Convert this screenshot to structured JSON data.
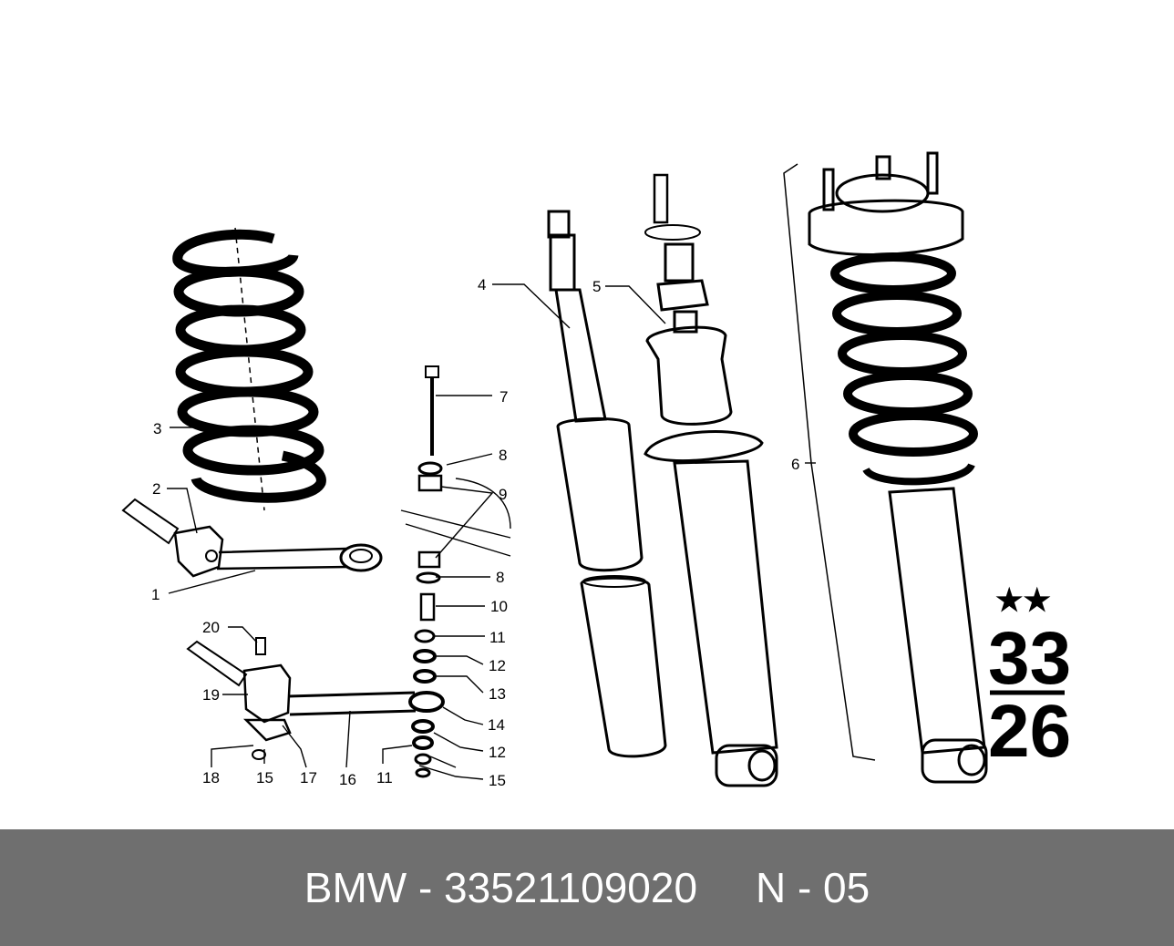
{
  "diagram": {
    "callouts": [
      {
        "id": "1",
        "text": "1"
      },
      {
        "id": "2",
        "text": "2"
      },
      {
        "id": "3",
        "text": "3"
      },
      {
        "id": "4",
        "text": "4"
      },
      {
        "id": "5",
        "text": "5"
      },
      {
        "id": "6",
        "text": "6"
      },
      {
        "id": "7",
        "text": "7"
      },
      {
        "id": "8a",
        "text": "8"
      },
      {
        "id": "9",
        "text": "9"
      },
      {
        "id": "8b",
        "text": "8"
      },
      {
        "id": "10",
        "text": "10"
      },
      {
        "id": "11a",
        "text": "11"
      },
      {
        "id": "12a",
        "text": "12"
      },
      {
        "id": "13",
        "text": "13"
      },
      {
        "id": "14",
        "text": "14"
      },
      {
        "id": "12b",
        "text": "12"
      },
      {
        "id": "15b",
        "text": "15"
      },
      {
        "id": "20",
        "text": "20"
      },
      {
        "id": "19",
        "text": "19"
      },
      {
        "id": "18",
        "text": "18"
      },
      {
        "id": "15a",
        "text": "15"
      },
      {
        "id": "17",
        "text": "17"
      },
      {
        "id": "16",
        "text": "16"
      },
      {
        "id": "11b",
        "text": "11"
      }
    ],
    "group_mark": {
      "stars": "★★",
      "top": "33",
      "bottom": "26"
    }
  },
  "footer": {
    "text": "BMW - 33521109020     N - 05"
  },
  "colors": {
    "footer_bg": "#6f6f6f",
    "footer_text": "#ffffff",
    "ink": "#000000"
  }
}
